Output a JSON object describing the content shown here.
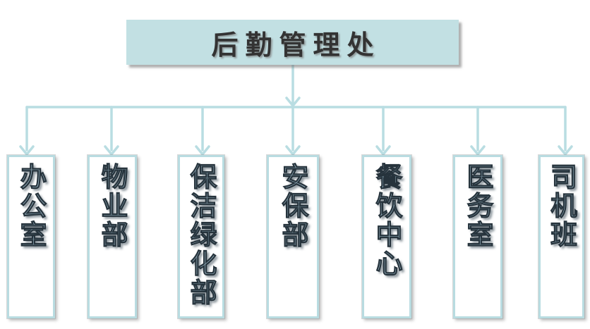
{
  "diagram": {
    "root": {
      "label": "后勤管理处"
    },
    "departments": [
      {
        "label": "办公室"
      },
      {
        "label": "物业部"
      },
      {
        "label": "保洁绿化部"
      },
      {
        "label": "安保部"
      },
      {
        "label": "餐饮中心"
      },
      {
        "label": "医务室"
      },
      {
        "label": "司机班"
      }
    ]
  },
  "theme": {
    "root_box_fill": "#c2e0e3",
    "connector_color": "#b9dde2",
    "branch_box_border": "#b9dce1",
    "branch_box_fill": "#ffffff",
    "branch_text_color": "#8da6b3",
    "root_text_color": "#333333"
  }
}
